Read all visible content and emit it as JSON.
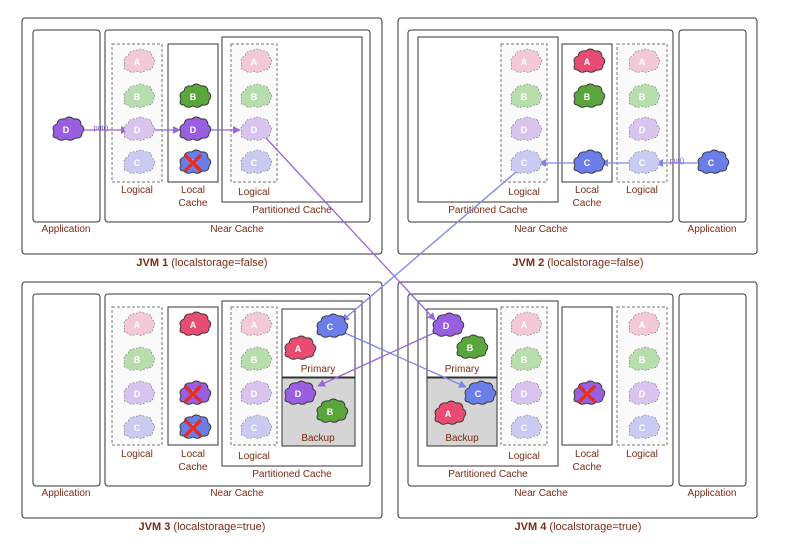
{
  "jvm1": {
    "name": "JVM 1",
    "option": "(localstorage=false)"
  },
  "jvm2": {
    "name": "JVM 2",
    "option": "(localstorage=false)"
  },
  "jvm3": {
    "name": "JVM 3",
    "option": "(localstorage=true)"
  },
  "jvm4": {
    "name": "JVM 4",
    "option": "(localstorage=true)"
  },
  "labels": {
    "application": "Application",
    "near_cache": "Near Cache",
    "partitioned_cache": "Partitioned Cache",
    "logical": "Logical",
    "local_cache_line1": "Local",
    "local_cache_line2": "Cache",
    "primary": "Primary",
    "backup": "Backup",
    "put": "put()"
  },
  "entries": {
    "a": "A",
    "b": "B",
    "c": "C",
    "d": "D"
  },
  "colors": {
    "a_faded": "#f3c9d5",
    "a_solid": "#e94c73",
    "b_faded": "#b9deae",
    "b_solid": "#5aa63c",
    "c_faded": "#c9cbf2",
    "c_solid": "#6b7de8",
    "d_faded": "#d9c4f0",
    "d_solid": "#9a5ee0",
    "invalidated": "#e03025",
    "flow_put": "#9966dd",
    "flow_update": "#7b86e6",
    "label_text": "#7a2a14"
  }
}
